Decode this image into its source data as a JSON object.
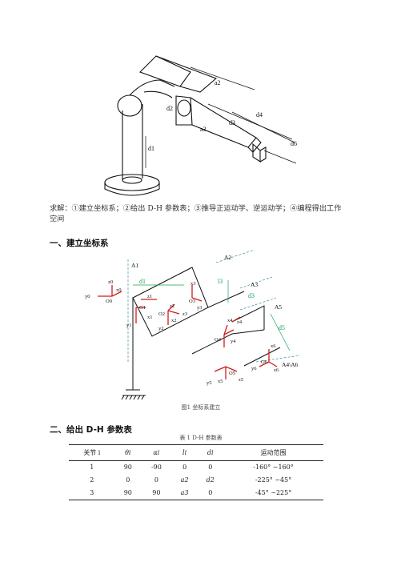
{
  "figure1": {
    "labels": [
      "a2",
      "d2",
      "d3",
      "a3",
      "d4",
      "d6",
      "d1"
    ]
  },
  "intro_text": "求解：①建立坐标系；②给出 D-H 参数表；③推导正运动学、逆运动学；④编程得出工作空间",
  "section1_title": "一、建立坐标系",
  "figure2": {
    "caption": "图1  坐标系建立",
    "axis_labels": [
      "A1",
      "A2",
      "A3",
      "A5",
      "A4\\A6",
      "d1",
      "l3",
      "d3",
      "d5"
    ],
    "frame_labels": [
      "z0",
      "x0",
      "y0",
      "O0",
      "O1",
      "z1",
      "x1",
      "y1",
      "O2",
      "z2",
      "x2",
      "y2",
      "z3",
      "x3",
      "y3",
      "O3",
      "z4",
      "x4",
      "y4",
      "O4",
      "x5",
      "y5",
      "z5",
      "O5",
      "x6",
      "y6",
      "z6",
      "O6"
    ]
  },
  "section2_title": "二、给出 D-H 参数表",
  "table": {
    "caption": "表 1 D-H 参数表",
    "headers": [
      "关节 i",
      "θi",
      "αi",
      "li",
      "di",
      "运动范围"
    ],
    "rows": [
      [
        "1",
        "90",
        "-90",
        "0",
        "0",
        "-160° ~160°"
      ],
      [
        "2",
        "0",
        "0",
        "a2",
        "d2",
        "-225° ~45°"
      ],
      [
        "3",
        "90",
        "90",
        "a3",
        "0",
        "-45° ~225°"
      ]
    ]
  }
}
